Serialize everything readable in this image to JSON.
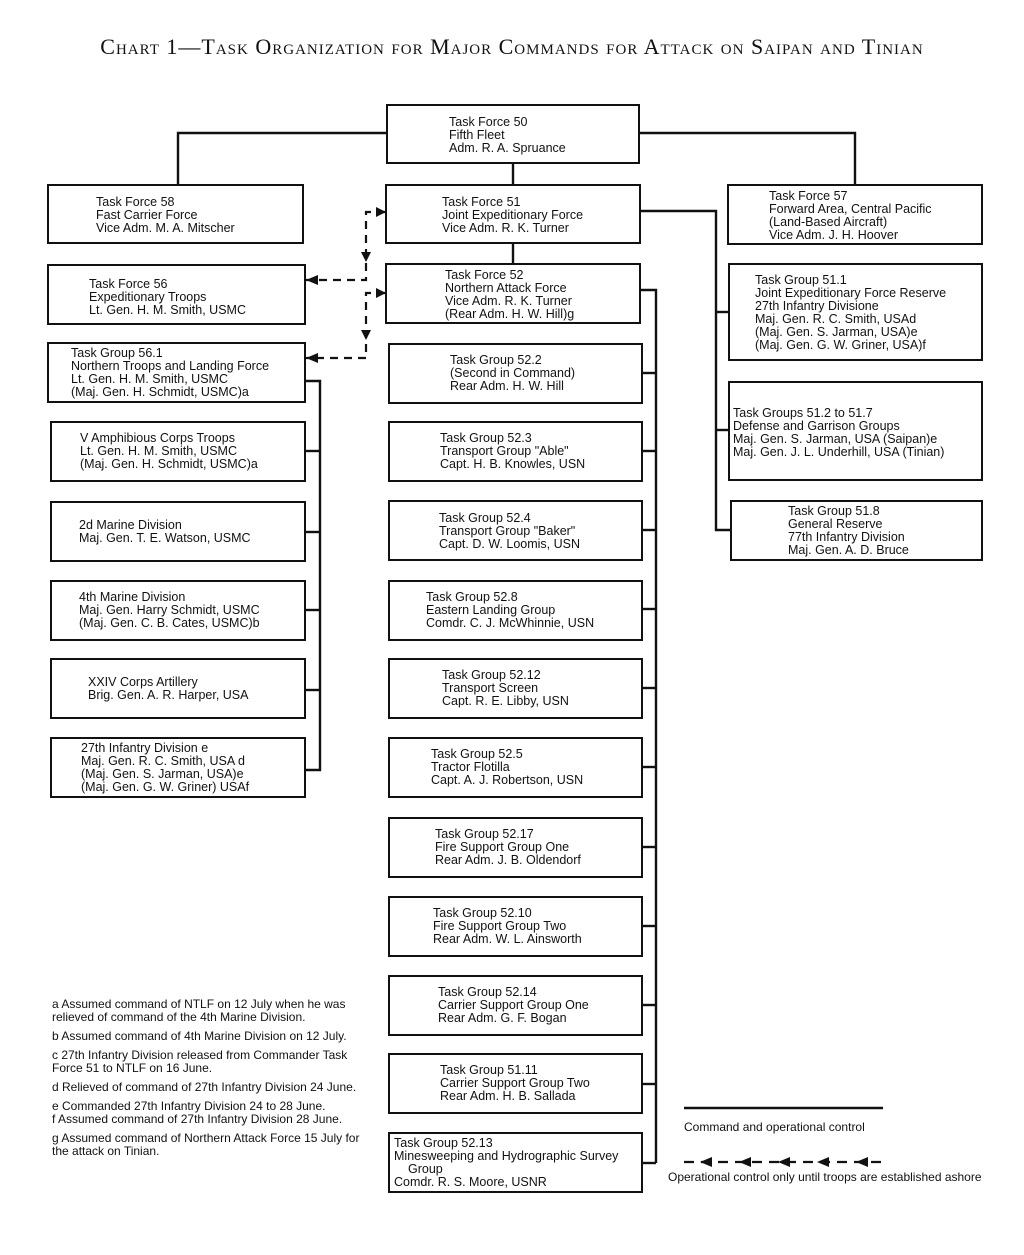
{
  "title": "Chart 1—Task Organization for Major Commands for Attack on Saipan and Tinian",
  "boxes": {
    "tf50": [
      "Task Force 50",
      "Fifth Fleet",
      "Adm. R. A. Spruance"
    ],
    "tf58": [
      "Task Force 58",
      "Fast Carrier Force",
      "Vice Adm. M. A. Mitscher"
    ],
    "tf51": [
      "Task Force 51",
      "Joint Expeditionary Force",
      "Vice Adm. R. K. Turner"
    ],
    "tf57": [
      "Task Force 57",
      "Forward Area, Central Pacific",
      "(Land-Based Aircraft)",
      "Vice Adm. J. H. Hoover"
    ],
    "tf56": [
      "Task Force 56",
      "Expeditionary Troops",
      "Lt. Gen. H. M. Smith, USMC"
    ],
    "tf52": [
      "Task Force 52",
      "Northern Attack Force",
      "Vice Adm. R. K. Turner",
      "(Rear Adm. H. W. Hill)g"
    ],
    "tg511": [
      "Task Group 51.1",
      "Joint Expeditionary Force Reserve",
      "27th Infantry Divisione",
      "Maj. Gen. R. C. Smith, USAd",
      "(Maj. Gen. S. Jarman, USA)e",
      "(Maj. Gen. G. W. Griner, USA)f"
    ],
    "tg561": [
      "Task Group 56.1",
      "Northern Troops and Landing Force",
      "Lt. Gen. H. M. Smith, USMC",
      "(Maj. Gen. H. Schmidt, USMC)a"
    ],
    "tg522": [
      "Task Group 52.2",
      "(Second in Command)",
      "Rear Adm. H. W. Hill"
    ],
    "tg512": [
      "Task Groups 51.2 to 51.7",
      "Defense and Garrison Groups",
      "Maj. Gen. S. Jarman, USA (Saipan)e",
      "Maj. Gen. J. L. Underhill, USA (Tinian)"
    ],
    "vac": [
      "V Amphibious Corps Troops",
      "Lt. Gen. H. M. Smith, USMC",
      "(Maj. Gen. H. Schmidt, USMC)a"
    ],
    "tg523": [
      "Task Group 52.3",
      "Transport Group \"Able\"",
      "Capt. H. B. Knowles, USN"
    ],
    "tg518": [
      "Task Group 51.8",
      "General Reserve",
      "77th Infantry Division",
      "Maj. Gen. A. D. Bruce"
    ],
    "mar2": [
      "2d Marine Division",
      "Maj. Gen. T. E. Watson, USMC"
    ],
    "tg524": [
      "Task Group 52.4",
      "Transport Group \"Baker\"",
      "Capt. D. W. Loomis, USN"
    ],
    "mar4": [
      "4th Marine Division",
      "Maj. Gen. Harry Schmidt, USMC",
      "(Maj. Gen. C. B. Cates, USMC)b"
    ],
    "tg528": [
      "Task Group 52.8",
      "Eastern Landing Group",
      "Comdr. C. J. McWhinnie, USN"
    ],
    "art24": [
      "XXIV Corps Artillery",
      "Brig. Gen. A. R. Harper, USA"
    ],
    "tg5212": [
      "Task Group 52.12",
      "Transport Screen",
      "Capt. R. E. Libby, USN"
    ],
    "inf27": [
      "27th Infantry Division e",
      "Maj. Gen. R. C. Smith, USA d",
      "(Maj. Gen. S. Jarman, USA)e",
      "(Maj. Gen. G. W. Griner) USAf"
    ],
    "tg525": [
      "Task Group 52.5",
      "Tractor Flotilla",
      "Capt. A. J. Robertson, USN"
    ],
    "tg5217": [
      "Task Group 52.17",
      "Fire Support Group One",
      "Rear Adm. J. B. Oldendorf"
    ],
    "tg5210": [
      "Task Group 52.10",
      "Fire Support Group Two",
      "Rear Adm. W. L. Ainsworth"
    ],
    "tg5214": [
      "Task Group 52.14",
      "Carrier Support Group One",
      "Rear Adm. G. F. Bogan"
    ],
    "tg5111": [
      "Task Group 51.11",
      "Carrier Support Group Two",
      "Rear Adm. H. B. Sallada"
    ],
    "tg5213": [
      "Task Group 52.13",
      "Minesweeping and Hydrographic Survey",
      "Group",
      "Comdr. R. S. Moore, USNR"
    ]
  },
  "footnotes": [
    "a Assumed command of NTLF on 12 July when he was relieved of command of the 4th Marine Division.",
    "b Assumed command of 4th Marine Division on 12 July.",
    "c 27th Infantry Division released from Commander Task Force 51 to NTLF on 16 June.",
    "d Relieved of command of 27th Infantry Division 24 June.",
    "e Commanded 27th Infantry Division 24 to 28 June.",
    "f Assumed command of 27th Infantry Division 28 June.",
    "g Assumed command of Northern Attack Force 15 July for the attack on Tinian."
  ],
  "legend": {
    "solid": "Command and operational control",
    "dashed": "Operational control only until troops are established ashore"
  }
}
